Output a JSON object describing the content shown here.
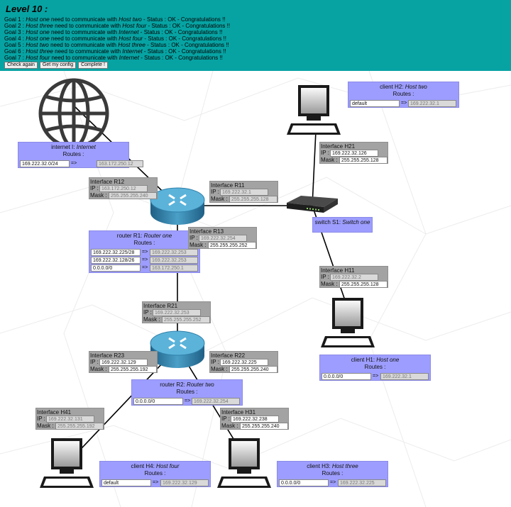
{
  "header": {
    "title": "Level 10 :",
    "goals": [
      {
        "prefix": "Goal 1 : ",
        "from": "Host one",
        "mid": " need to communicate with ",
        "to": "Host two",
        "status": " - Status : OK - Congratulations !!"
      },
      {
        "prefix": "Goal 2 : ",
        "from": "Host three",
        "mid": " need to communicate with ",
        "to": "Host four",
        "status": " - Status : OK - Congratulations !!"
      },
      {
        "prefix": "Goal 3 : ",
        "from": "Host one",
        "mid": " need to communicate with ",
        "to": "Internet",
        "status": " - Status : OK - Congratulations !!"
      },
      {
        "prefix": "Goal 4 : ",
        "from": "Host one",
        "mid": " need to communicate with ",
        "to": "Host four",
        "status": " - Status : OK - Congratulations !!"
      },
      {
        "prefix": "Goal 5 : ",
        "from": "Host two",
        "mid": " need to communicate with ",
        "to": "Host three",
        "status": " - Status : OK - Congratulations !!"
      },
      {
        "prefix": "Goal 6 : ",
        "from": "Host three",
        "mid": " need to communicate with ",
        "to": "Internet",
        "status": " - Status : OK - Congratulations !!"
      },
      {
        "prefix": "Goal 7 : ",
        "from": "Host four",
        "mid": " need to communicate with ",
        "to": "Internet",
        "status": " - Status : OK - Congratulations !!"
      }
    ],
    "buttons": {
      "check": "Check again",
      "config": "Get my config",
      "complete": "Complete !"
    }
  },
  "routes_label": "Routes :",
  "arrow": "=>",
  "ip_label": "IP :",
  "mask_label": "Mask :",
  "nodes": {
    "internet": {
      "prefix": "internet I: ",
      "name": "Internet",
      "routes": [
        {
          "dest": "169.222.32.0/24",
          "gw": "163.172.250.12"
        }
      ]
    },
    "host2": {
      "prefix": "client H2: ",
      "name": "Host two",
      "routes": [
        {
          "dest": "default",
          "gw": "169.222.32.1"
        }
      ]
    },
    "router1": {
      "prefix": "router R1: ",
      "name": "Router one",
      "routes": [
        {
          "dest": "169.222.32.225/28",
          "gw": "169.222.32.253"
        },
        {
          "dest": "169.222.32.128/26",
          "gw": "169.222.32.253"
        },
        {
          "dest": "0.0.0.0/0",
          "gw": "163.172.250.1"
        }
      ]
    },
    "switch1": {
      "prefix": "switch S1: ",
      "name": "Switch one"
    },
    "router2": {
      "prefix": "router R2: ",
      "name": "Router two",
      "routes": [
        {
          "dest": "0.0.0.0/0",
          "gw": "169.222.32.254"
        }
      ]
    },
    "host1": {
      "prefix": "client H1: ",
      "name": "Host one",
      "routes": [
        {
          "dest": "0.0.0.0/0",
          "gw": "169.222.32.1"
        }
      ]
    },
    "host4": {
      "prefix": "client H4: ",
      "name": "Host four",
      "routes": [
        {
          "dest": "default",
          "gw": "169.222.32.129"
        }
      ]
    },
    "host3": {
      "prefix": "client H3: ",
      "name": "Host three",
      "routes": [
        {
          "dest": "0.0.0.0/0",
          "gw": "169.222.32.225"
        }
      ]
    }
  },
  "interfaces": {
    "H21": {
      "title": "Interface H21",
      "ip": "169.222.32.126",
      "mask": "255.255.255.128"
    },
    "R12": {
      "title": "Interface R12",
      "ip": "163.172.250.12",
      "mask": "255.255.255.240"
    },
    "R11": {
      "title": "Interface R11",
      "ip": "169.222.32.1",
      "mask": "255.255.255.128"
    },
    "R13": {
      "title": "Interface R13",
      "ip": "169.222.32.254",
      "mask": "255.255.255.252"
    },
    "H11": {
      "title": "Interface H11",
      "ip": "169.222.32.2",
      "mask": "255.255.255.128"
    },
    "R21": {
      "title": "Interface R21",
      "ip": "169.222.32.253",
      "mask": "255.255.255.252"
    },
    "R23": {
      "title": "Interface R23",
      "ip": "169.222.32.129",
      "mask": "255.255.255.192"
    },
    "R22": {
      "title": "Interface R22",
      "ip": "169.222.32.225",
      "mask": "255.255.255.240"
    },
    "H41": {
      "title": "Interface H41",
      "ip": "169.222.32.131",
      "mask": "255.255.255.192"
    },
    "H31": {
      "title": "Interface H31",
      "ip": "169.222.32.238",
      "mask": "255.255.255.240"
    }
  },
  "colors": {
    "header": "#07a3a3",
    "node_box": "#9d9dff",
    "interface_box": "#a3a3a3",
    "router": "#2f7fa8"
  }
}
